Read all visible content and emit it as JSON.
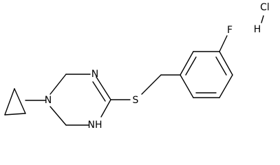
{
  "molecule": {
    "atoms": {
      "ring_nitrogen_top": "N",
      "ring_nitrogen_left": "N",
      "ring_nh": "NH",
      "sulfur": "S",
      "fluorine": "F",
      "chlorine": "Cl",
      "hydrogen": "H"
    }
  },
  "colors": {
    "ink": "#000000",
    "background": "#ffffff"
  }
}
